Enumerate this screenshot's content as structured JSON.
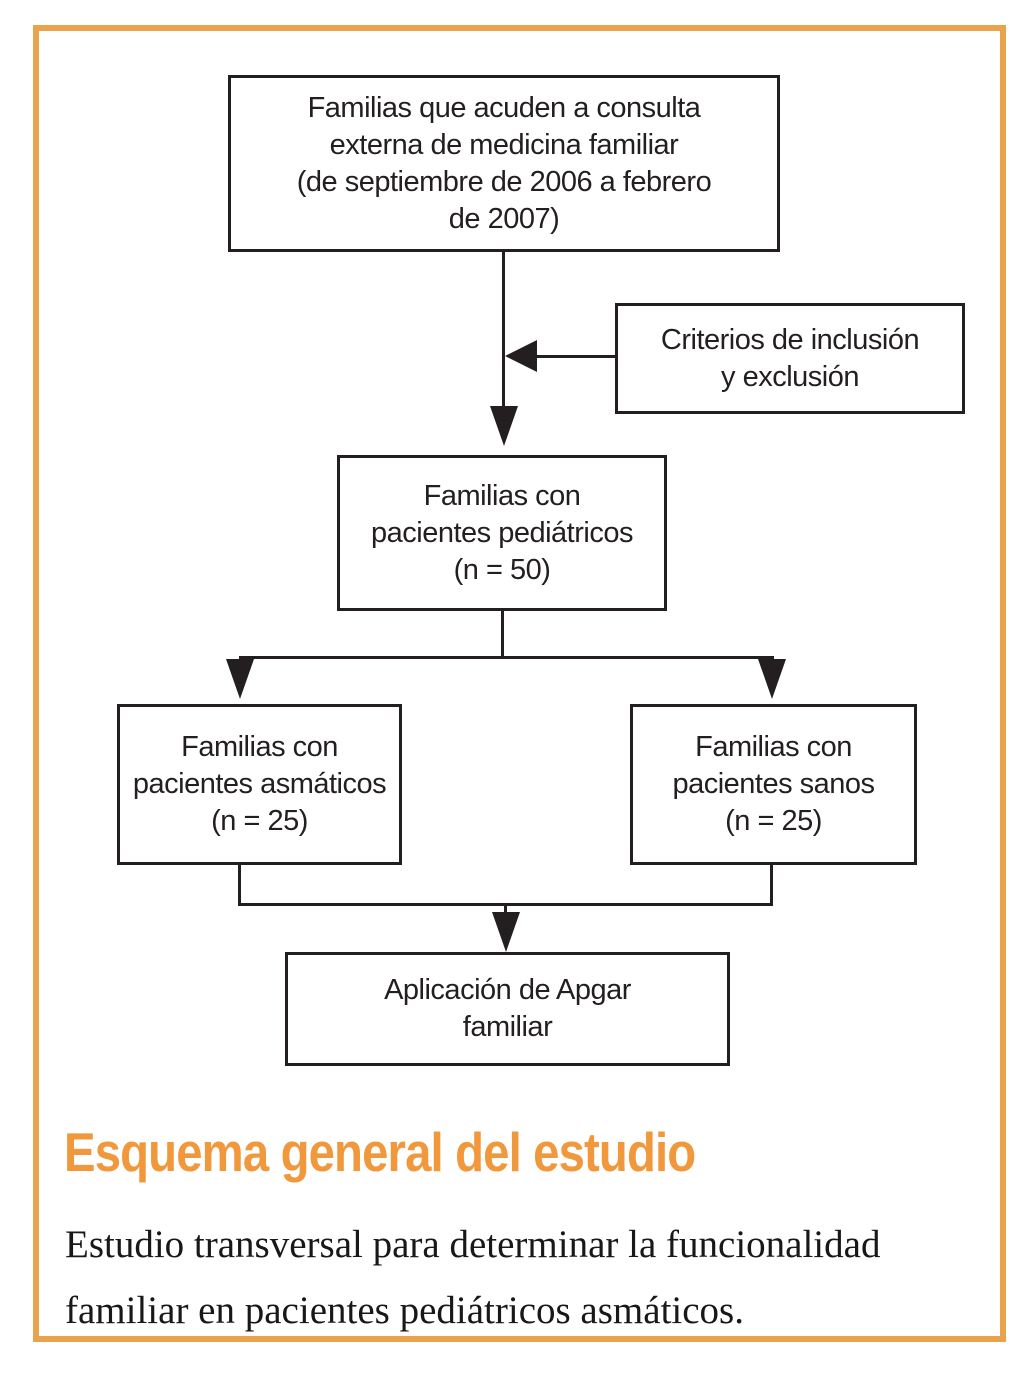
{
  "palette": {
    "frame_orange": "#eba24d",
    "heading_orange": "#f0983b",
    "ink_black": "#231f20"
  },
  "flowchart": {
    "nodes": [
      {
        "id": "source",
        "lines": [
          "Familias que acuden a consulta",
          "externa de medicina familiar",
          "(de septiembre de 2006 a febrero",
          "de 2007)"
        ]
      },
      {
        "id": "criteria",
        "lines": [
          "Criterios de inclusión",
          "y exclusión"
        ]
      },
      {
        "id": "pediatric",
        "lines": [
          "Familias con",
          "pacientes pediátricos",
          "(n = 50)"
        ]
      },
      {
        "id": "asthmatic",
        "lines": [
          "Familias con",
          "pacientes asmáticos",
          "(n = 25)"
        ]
      },
      {
        "id": "healthy",
        "lines": [
          "Familias con",
          "pacientes sanos",
          "(n = 25)"
        ]
      },
      {
        "id": "apgar",
        "lines": [
          "Aplicación de Apgar",
          "familiar"
        ]
      }
    ]
  },
  "figure": {
    "heading": "Esquema general del estudio",
    "caption_line1": "Estudio transversal para determinar la funcionalidad",
    "caption_line2": "familiar en pacientes pediátricos asmáticos."
  }
}
